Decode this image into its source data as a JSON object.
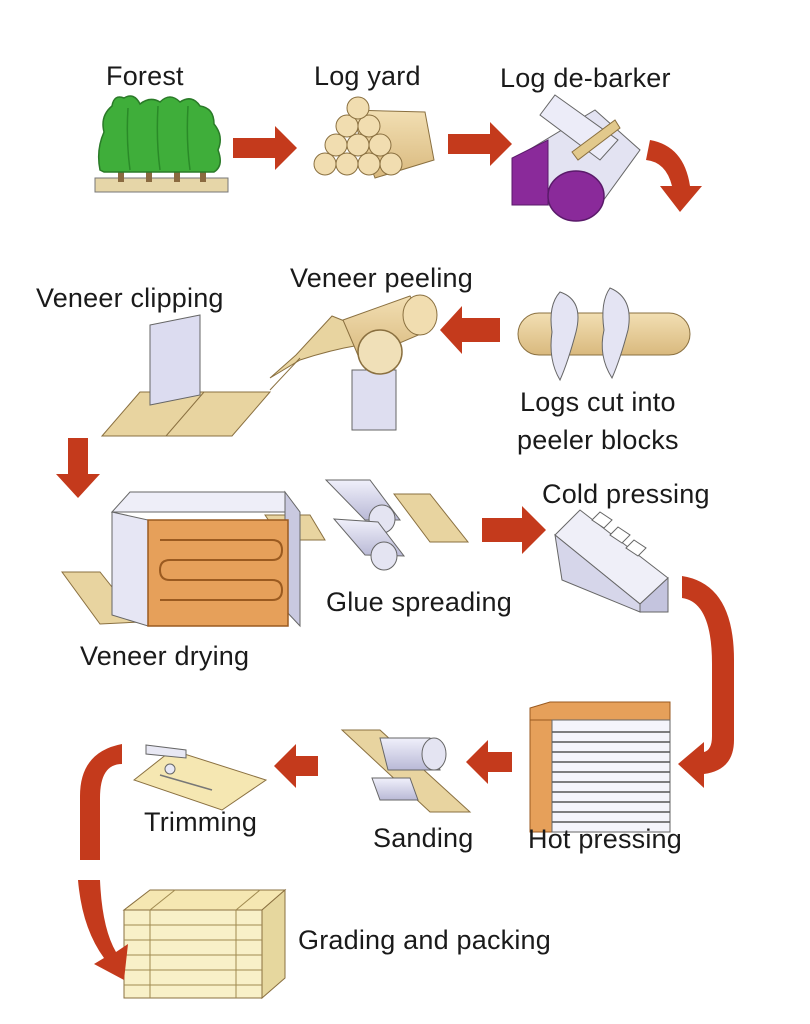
{
  "steps": [
    {
      "id": "forest",
      "label": "Forest"
    },
    {
      "id": "log-yard",
      "label": "Log yard"
    },
    {
      "id": "log-debarker",
      "label": "Log de-barker"
    },
    {
      "id": "peeler-blocks",
      "label": "Logs cut into\npeeler blocks"
    },
    {
      "id": "veneer-peeling",
      "label": "Veneer peeling"
    },
    {
      "id": "veneer-clipping",
      "label": "Veneer clipping"
    },
    {
      "id": "veneer-drying",
      "label": "Veneer drying"
    },
    {
      "id": "glue-spreading",
      "label": "Glue spreading"
    },
    {
      "id": "cold-pressing",
      "label": "Cold pressing"
    },
    {
      "id": "hot-pressing",
      "label": "Hot pressing"
    },
    {
      "id": "sanding",
      "label": "Sanding"
    },
    {
      "id": "trimming",
      "label": "Trimming"
    },
    {
      "id": "grading-packing",
      "label": "Grading and packing"
    }
  ],
  "colors": {
    "arrow": "#c43a1c",
    "tree": "#3fae3a",
    "wood": "#e8d2a0",
    "purple": "#8a2a9a",
    "machine": "#dcdcf0",
    "dryer": "#e6a05a"
  }
}
